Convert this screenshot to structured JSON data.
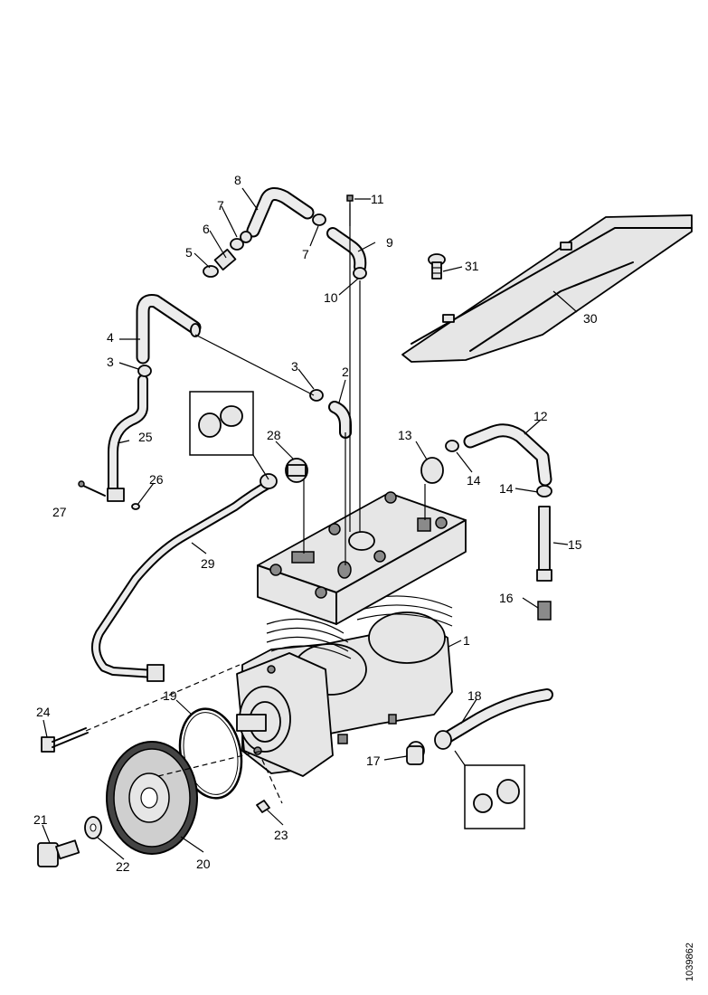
{
  "diagram": {
    "labels": [
      "1",
      "2",
      "3",
      "4",
      "5",
      "6",
      "7",
      "8",
      "9",
      "10",
      "11",
      "12",
      "13",
      "14",
      "15",
      "16",
      "17",
      "18",
      "19",
      "20",
      "21",
      "22",
      "23",
      "24",
      "25",
      "26",
      "27",
      "28",
      "29",
      "30",
      "31"
    ],
    "label_3_second": "3",
    "label_7_second": "7",
    "doc_number": "1039862"
  }
}
